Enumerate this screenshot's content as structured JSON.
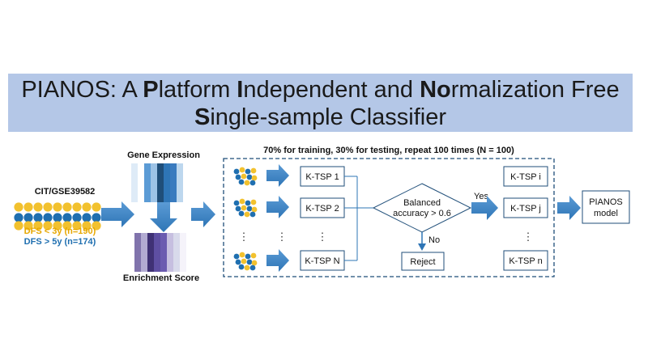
{
  "title": {
    "line1": [
      {
        "text": "PIANOS: A ",
        "bold": false
      },
      {
        "text": "P",
        "bold": true
      },
      {
        "text": "latform ",
        "bold": false
      },
      {
        "text": "I",
        "bold": true
      },
      {
        "text": "ndependent and ",
        "bold": false
      },
      {
        "text": "No",
        "bold": true
      },
      {
        "text": "rmalization Free",
        "bold": false
      }
    ],
    "line2": [
      {
        "text": "S",
        "bold": true
      },
      {
        "text": "ingle-sample Classifier",
        "bold": false
      }
    ]
  },
  "dataset": {
    "name": "CIT/GSE39582",
    "group_short": "DFS < 3y (n=190)",
    "group_long": "DFS > 5y (n=174)"
  },
  "gene_expression_label": "Gene Expression",
  "enrichment_score_label": "Enrichment Score",
  "loop_label": "70% for training, 30% for testing, repeat 100 times (N = 100)",
  "ktsp_models": [
    "K-TSP 1",
    "K-TSP 2",
    "K-TSP N"
  ],
  "decision": {
    "line1": "Balanced",
    "line2": "accuracy > 0.6",
    "yes": "Yes",
    "no": "No"
  },
  "reject_label": "Reject",
  "selected_models": [
    "K-TSP i",
    "K-TSP j",
    "K-TSP n"
  ],
  "ellipsis": "⋮",
  "final_model": {
    "line1": "PIANOS",
    "line2": "model"
  },
  "colors": {
    "banner": "#b4c7e7",
    "yellow": "#f2c12e",
    "blue": "#1f6fb0",
    "arrow": "#2e75b6",
    "box_border": "#1f4e79",
    "dashed_border": "#1f4e79"
  }
}
